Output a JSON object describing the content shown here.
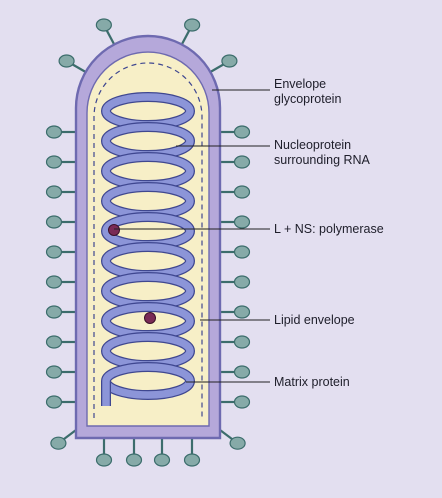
{
  "colors": {
    "background": "#e3dff0",
    "envelope_outer": "#b5a8da",
    "envelope_stroke": "#6e6ab0",
    "matrix_fill": "#f7efc7",
    "helix_fill": "#8c95d8",
    "helix_stroke": "#3f4790",
    "spike_head": "#86aaa8",
    "spike_stroke": "#3c6d6c",
    "polymerase": "#7a2a55",
    "leader_line": "#222222"
  },
  "icons": {
    "glycoprotein_spike": "glycoprotein-spike-icon",
    "polymerase_dot": "polymerase-dot-icon"
  },
  "labels": {
    "envelope_glycoprotein": [
      "Envelope",
      "glycoprotein"
    ],
    "nucleoprotein": [
      "Nucleoprotein",
      "surrounding RNA"
    ],
    "polymerase": [
      "L + NS: polymerase"
    ],
    "lipid_envelope": [
      "Lipid envelope"
    ],
    "matrix_protein": [
      "Matrix protein"
    ]
  }
}
